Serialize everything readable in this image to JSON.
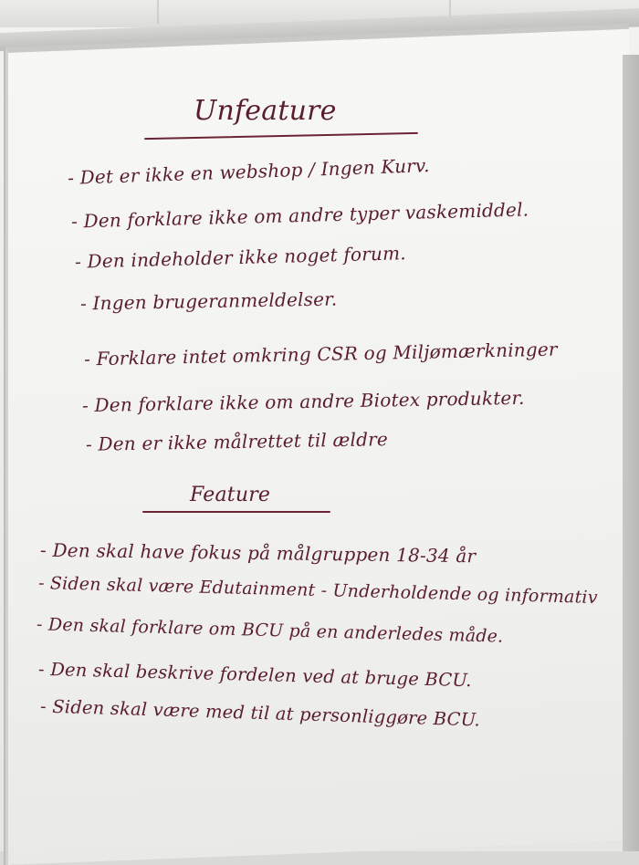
{
  "whiteboard": {
    "unfeature_heading": "Unfeature",
    "unfeature_items": [
      "- Det er ikke en webshop / Ingen Kurv.",
      "- Den forklare ikke om andre typer vaskemiddel.",
      "- Den indeholder ikke noget forum.",
      "- Ingen brugeranmeldelser.",
      "- Forklare intet omkring CSR og Miljømærkninger",
      "- Den forklare ikke om andre Biotex produkter.",
      "- Den er ikke målrettet til ældre"
    ],
    "feature_heading": "Feature",
    "feature_items": [
      "- Den skal have fokus på målgruppen 18-34 år",
      "- Siden skal være Edutainment - Underholdende og informativ",
      "- Den skal forklare om BCU på en anderledes måde.",
      "- Den skal beskrive fordelen ved at bruge BCU.",
      "- Siden skal være med til at personliggøre BCU."
    ],
    "ink_color": "#5a1e2a"
  }
}
